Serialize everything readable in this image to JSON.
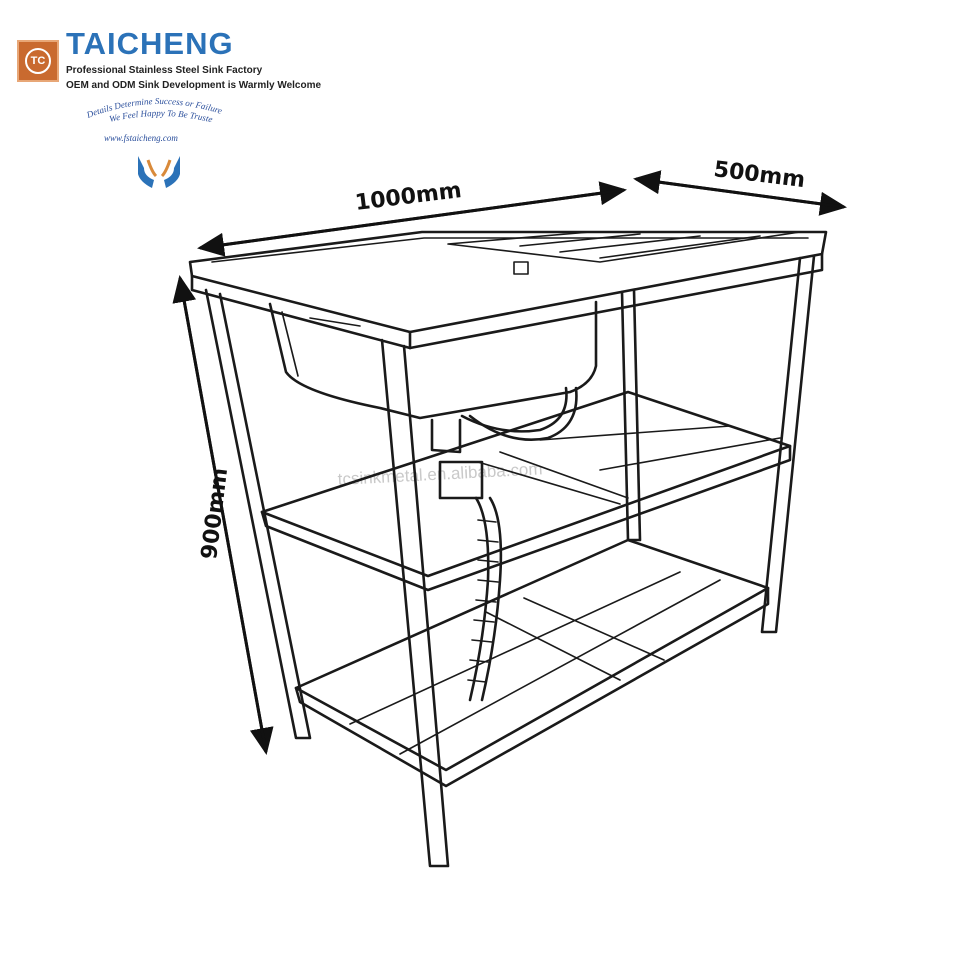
{
  "brand": {
    "logo_text": "TC",
    "name": "TAICHENG",
    "tagline_1": "Professional Stainless Steel Sink Factory",
    "tagline_2": "OEM and ODM Sink Development is Warmly Welcome",
    "slogan_1": "Details Determine Success or Failure",
    "slogan_2": "We Feel Happy To Be Trusted",
    "website": "www.fstaicheng.com",
    "colors": {
      "brand_blue": "#2b72b8",
      "logo_orange": "#c96a2f"
    },
    "icon": "hands-icon"
  },
  "dimensions": {
    "length": "1000mm",
    "depth": "500mm",
    "height": "900mm"
  },
  "watermark": "tcsinkmetal.en.alibaba.com"
}
